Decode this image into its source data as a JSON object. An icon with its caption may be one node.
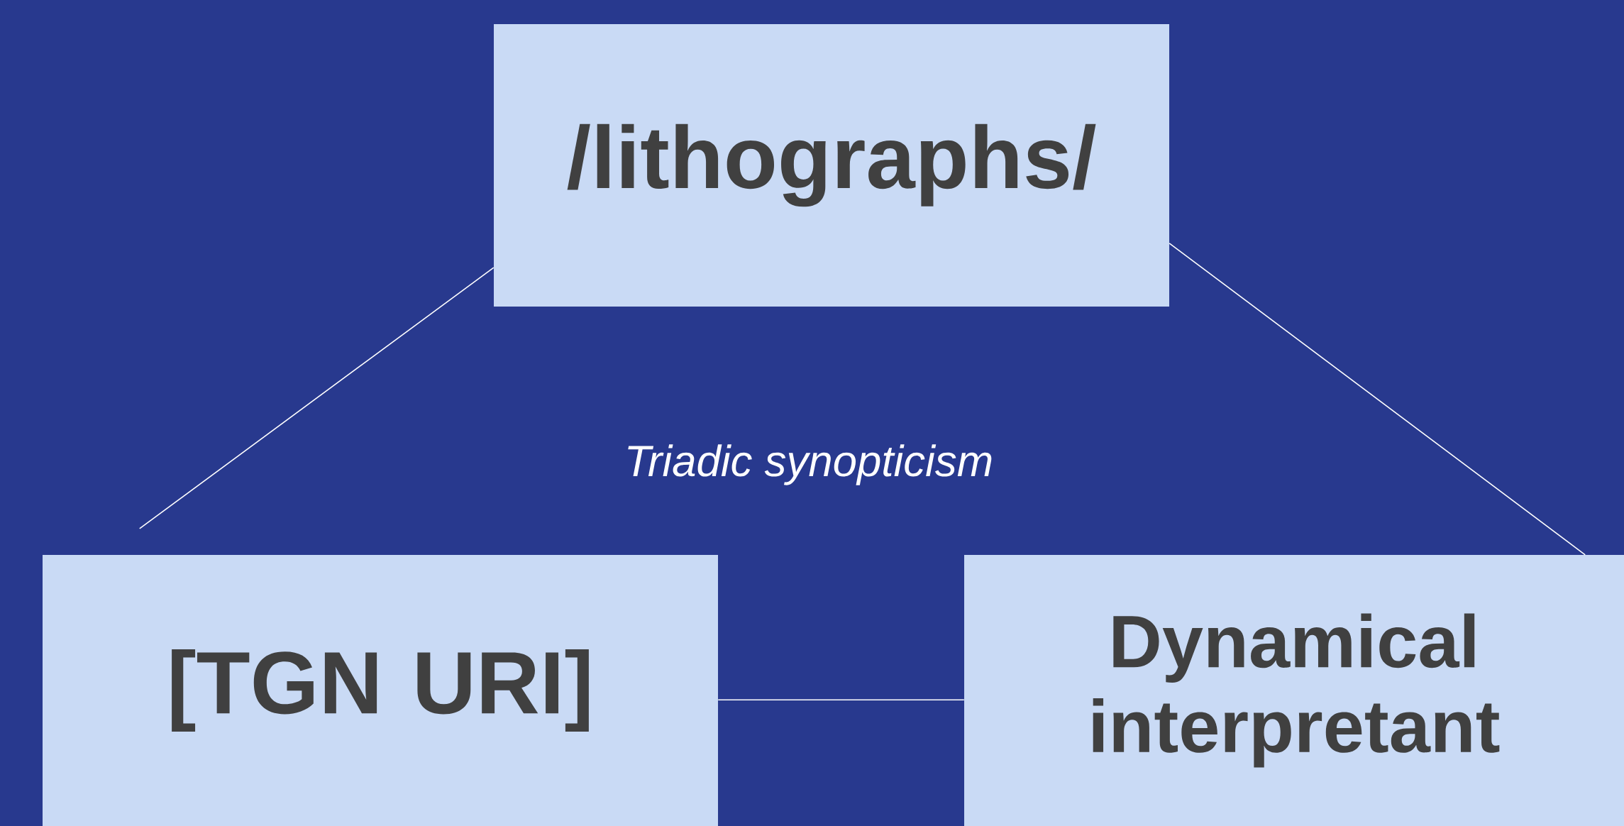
{
  "diagram": {
    "nodes": [
      {
        "text": [
          "/lithographs/"
        ]
      },
      {
        "text": [
          "[TGN URI]"
        ]
      },
      {
        "text": [
          "Dynamical interpretant"
        ]
      }
    ],
    "edges": [
      {
        "from": 0,
        "to": 1,
        "arrow": "none"
      },
      {
        "from": 0,
        "to": 2,
        "arrow": "none"
      },
      {
        "from": 1,
        "to": 2,
        "arrow": "none"
      }
    ],
    "labels": [
      "Triadic synopticism"
    ]
  }
}
